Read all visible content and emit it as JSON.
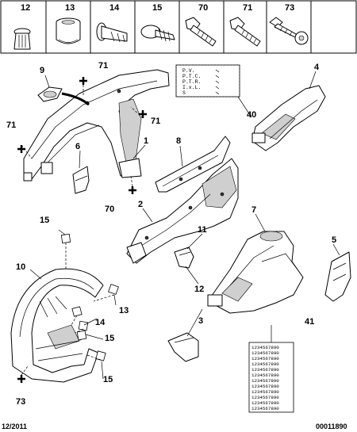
{
  "header_parts": [
    "12",
    "13",
    "14",
    "15",
    "70",
    "71",
    "73"
  ],
  "callouts": {
    "c1": "1",
    "c2": "2",
    "c3": "3",
    "c4": "4",
    "c5": "5",
    "c7": "7",
    "c8": "8",
    "c9": "9",
    "c10": "10",
    "c11": "11",
    "c6": "6",
    "c12": "12",
    "c13": "13",
    "c14": "14",
    "c15a": "15",
    "c15b": "15",
    "c15c": "15",
    "c40": "40",
    "c41": "41",
    "c70": "70",
    "c71a": "71",
    "c71b": "71",
    "c71c": "71",
    "c73": "73"
  },
  "placard_lines": [
    "P.V.",
    "P.T.C.",
    "P.T.R.",
    "I.x.L.",
    "S"
  ],
  "barcode_line": "1234567890",
  "footer": {
    "date": "12/2011",
    "ref": "00011890"
  }
}
